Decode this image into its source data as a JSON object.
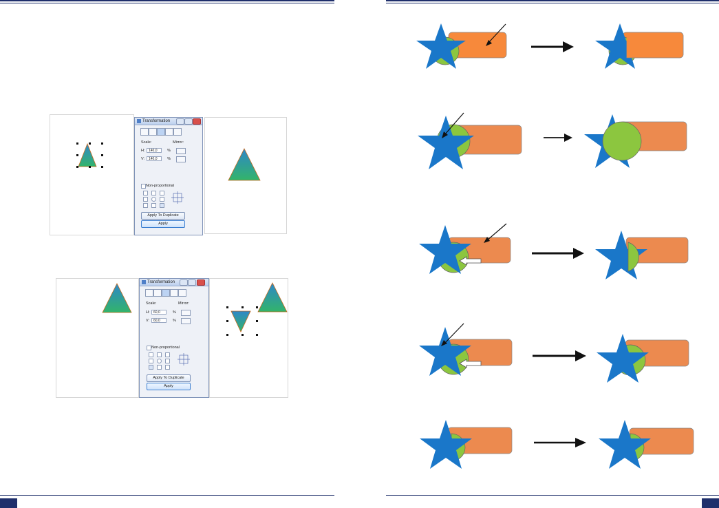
{
  "dialogs": [
    {
      "title": "Transformation",
      "scale_label": "Scale:",
      "mirror_label": "Mirror:",
      "h_label": "H:",
      "v_label": "V:",
      "h_value": "140,0",
      "v_value": "140,0",
      "unit": "%",
      "nonproportional_label": "Non-proportional",
      "duplicate_label": "Apply To Duplicate",
      "apply_label": "Apply"
    },
    {
      "title": "Transformation",
      "scale_label": "Scale:",
      "mirror_label": "Mirror:",
      "h_label": "H:",
      "v_label": "V:",
      "h_value": "60,0",
      "v_value": "60,0",
      "unit": "%",
      "nonproportional_label": "Non-proportional",
      "duplicate_label": "Apply To Duplicate",
      "apply_label": "Apply"
    }
  ],
  "colors": {
    "rule": "#1f2f6b",
    "star": "#1a77c9",
    "circle": "#8cc63f",
    "rect": "#ec8a4f",
    "rect_top": "#f7893b",
    "triangle_top": "#2f87c8",
    "triangle_bottom": "#32b46a",
    "triangle_edge": "#c96a1c"
  },
  "icons": [
    "star-shape",
    "circle-shape",
    "rounded-rectangle-shape",
    "arrow-icon",
    "pointer-arrow-icon",
    "white-arrow-icon",
    "triangle-shape"
  ]
}
